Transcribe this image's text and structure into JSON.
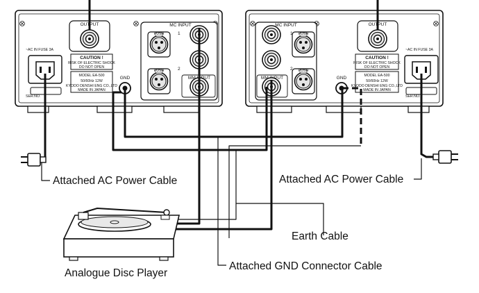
{
  "units": {
    "left": {
      "output_label": "OUTPUT",
      "ac_in_label": "~AC IN    FUSE 3A",
      "caution_title": "CAUTION !",
      "caution_line1": "RISK OF ELECTRIC SHOCK",
      "caution_line2": "DO NOT OPEN",
      "model": "MODEL EA-500",
      "power_spec": "50/60Hz  12W",
      "maker": "KYODO DENSHI ENG CO.,LTD",
      "origin": "MADE IN JAPAN",
      "serial_label": "SER.NO.",
      "gnd_label": "GND",
      "mc_input_label": "MC INPUT",
      "mm_input_label": "MM INPUT",
      "channel_1": "1",
      "channel_2": "2",
      "xlr_cap": "PUSH"
    },
    "right": {
      "output_label": "OUTPUT",
      "ac_in_label": "~AC IN    FUSE 3A",
      "caution_title": "CAUTION !",
      "caution_line1": "RISK OF ELECTRIC SHOCK",
      "caution_line2": "DO NOT OPEN",
      "model": "MODEL EA-500",
      "power_spec": "50/60Hz  12W",
      "maker": "KYODO DENSHI ENG CO.,LTD",
      "origin": "MADE IN JAPAN",
      "serial_label": "SER.NO.",
      "gnd_label": "GND",
      "mc_input_label": "MC INPUT",
      "mm_input_label": "MM INPUT",
      "channel_1": "1",
      "channel_2": "2",
      "xlr_cap": "PUSH"
    }
  },
  "callouts": {
    "left_power": "Attached AC Power Cable",
    "right_power": "Attached AC Power Cable",
    "earth": "Earth Cable",
    "gnd_connector": "Attached GND Connector Cable",
    "player": "Analogue Disc Player"
  },
  "colors": {
    "line": "#111111",
    "panel": "#ffffff",
    "panel_shade": "#e6e6e6"
  }
}
